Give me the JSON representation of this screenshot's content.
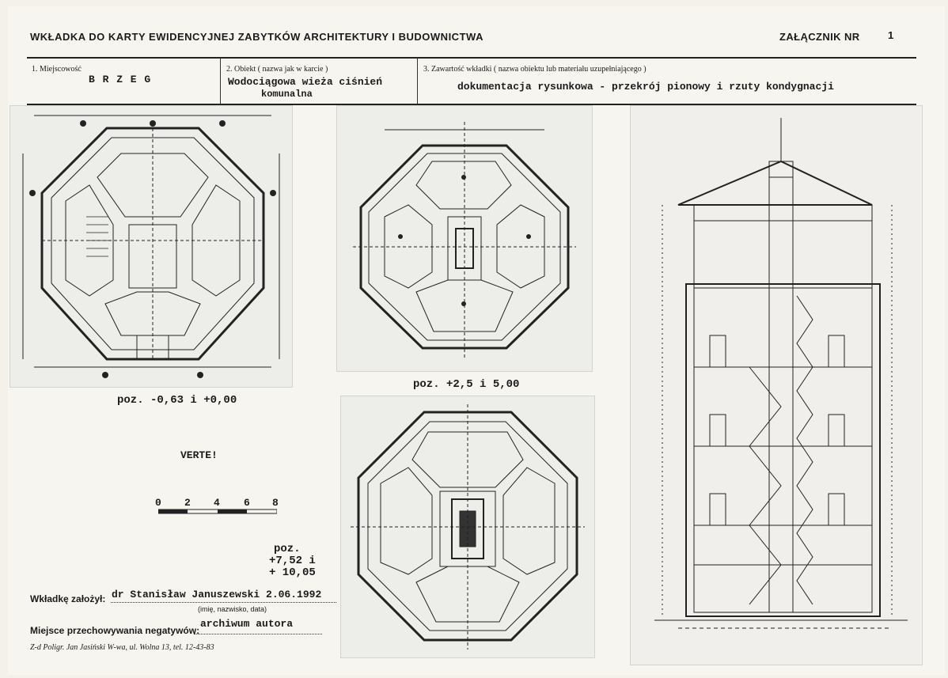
{
  "header": {
    "title": "WKŁADKA DO KARTY EWIDENCYJNEJ ZABYTKÓW ARCHITEKTURY I BUDOWNICTWA",
    "annex_label": "ZAŁĄCZNIK NR",
    "annex_number": "1"
  },
  "fields": {
    "place_label": "1. Miejscowość",
    "place_value": "B R Z E G",
    "object_label": "2. Obiekt ( nazwa jak w karcie )",
    "object_value_line1": "Wodociągowa wieża ciśnień",
    "object_value_line2": "komunalna",
    "content_label": "3. Zawartość wkładki ( nazwa obiektu lub materiału uzupełniającego )",
    "content_value": "dokumentacja rysunkowa  - przekrój pionowy i rzuty kondygnacji"
  },
  "drawings": {
    "plan1_caption": "poz. -0,63 i +0,00",
    "plan2_caption": "poz. +2,5 i 5,00",
    "plan3_caption_line1": "poz.",
    "plan3_caption_line2": "+7,52 i",
    "plan3_caption_line3": "+ 10,05",
    "verte_stamp": "VERTE!",
    "scale_ticks": [
      "0",
      "2",
      "4",
      "6",
      "8"
    ]
  },
  "footer": {
    "founder_label": "Wkładkę założył:",
    "founder_value": "dr Stanisław Januszewski 2.06.1992",
    "founder_hint": "(imię, nazwisko, data)",
    "negatives_label": "Miejsce przechowywania negatywów:",
    "negatives_value": "archiwum autora",
    "printer": "Z-d Poligr. Jan Jasiński W-wa, ul. Wolna 13, tel. 12-43-83"
  }
}
